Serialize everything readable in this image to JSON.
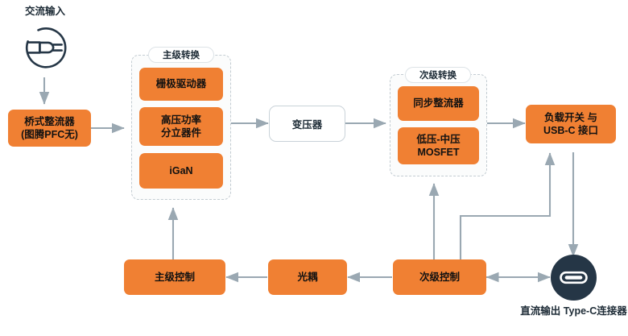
{
  "diagram": {
    "title_caption": "交流输入",
    "accent_color": "#F08033",
    "wire_color": "#9aa8b2",
    "icon_color": "#253646",
    "icons": {
      "ac_input": "power-plug-icon",
      "dc_output": "usb-c-connector-icon"
    },
    "nodes": {
      "ac_input_label": "交流输入",
      "bridge_rectifier": {
        "line1": "桥式整流器",
        "line2": "(图腾PFC无)"
      },
      "transformer": "变压器",
      "load_switch": {
        "line1": "负载开关 与",
        "line2": "USB-C 接口"
      },
      "dc_output": {
        "line1": "直流输出",
        "line2": "Type-C连接器"
      }
    },
    "groups": [
      {
        "id": "primary-conversion",
        "label": "主级转换",
        "items": [
          {
            "label": "栅极驱动器"
          },
          {
            "line1": "高压功率",
            "line2": "分立器件"
          },
          {
            "label": "iGaN"
          }
        ]
      },
      {
        "id": "secondary-conversion",
        "label": "次级转换",
        "items": [
          {
            "label": "同步整流器"
          },
          {
            "line1": "低压-中压",
            "line2": "MOSFET"
          }
        ]
      }
    ],
    "controls": {
      "primary_control": "主级控制",
      "optocoupler": "光耦",
      "secondary_control": "次级控制"
    }
  }
}
